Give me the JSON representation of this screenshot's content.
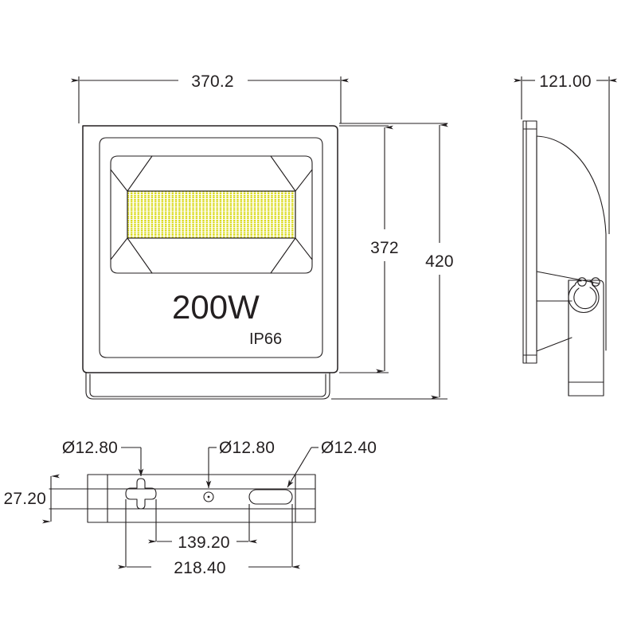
{
  "drawing": {
    "title": "LED Floodlight Dimensional Drawing",
    "units": "mm",
    "line_color": "#231f20",
    "background": "#ffffff"
  },
  "front_view": {
    "name": "front-view",
    "power_label": "200W",
    "ingress_label": "IP66",
    "led_panel": {
      "fill_color": "#d4d400",
      "chip_color": "#ffffff",
      "columns": 48,
      "rows": 10
    },
    "dimensions": {
      "width": {
        "value": "370.2",
        "orientation": "horizontal",
        "position": "top"
      },
      "inner_height": {
        "value": "372",
        "orientation": "vertical",
        "position": "right-inner"
      },
      "overall_height": {
        "value": "420",
        "orientation": "vertical",
        "position": "right-outer"
      }
    }
  },
  "side_view": {
    "name": "side-view",
    "dimensions": {
      "depth": {
        "value": "121.00",
        "orientation": "horizontal",
        "position": "top"
      }
    },
    "features": [
      "lens-plate",
      "heatsink-arc",
      "mounting-bracket",
      "knuckle-joint",
      "bolt-hole-pair"
    ]
  },
  "bottom_view": {
    "name": "bottom-view",
    "dimensions": {
      "hole_left": {
        "value": "Ø12.80",
        "target": "cross-slot-left"
      },
      "hole_center": {
        "value": "Ø12.80",
        "target": "round-hole-center"
      },
      "hole_right": {
        "value": "Ø12.40",
        "target": "oval-slot-right"
      },
      "bracket_thickness": {
        "value": "27.20",
        "orientation": "vertical",
        "position": "left"
      },
      "inner_span": {
        "value": "139.20",
        "orientation": "horizontal",
        "position": "below"
      },
      "outer_span": {
        "value": "218.40",
        "orientation": "horizontal",
        "position": "below"
      }
    }
  }
}
